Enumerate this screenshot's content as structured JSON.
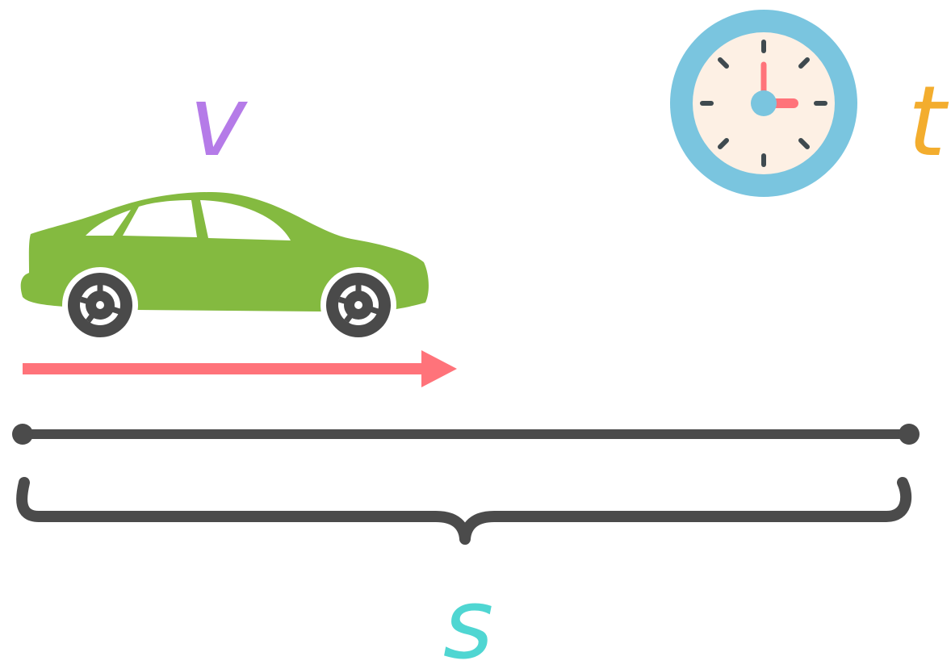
{
  "labels": {
    "velocity": "v",
    "time": "t",
    "distance": "s"
  },
  "colors": {
    "velocity": "#b57be8",
    "time": "#f3ad2e",
    "distance": "#4fd6d2",
    "car_body": "#84ba40",
    "wheel": "#4a4a4a",
    "arrow": "#ff737a",
    "line": "#4b4b4b",
    "clock_rim": "#7ac5df",
    "clock_face": "#fdf0e4",
    "clock_hand": "#ff737a",
    "clock_tick": "#3f4a4f"
  },
  "icons": {
    "car": "car-icon",
    "clock": "clock-icon"
  }
}
